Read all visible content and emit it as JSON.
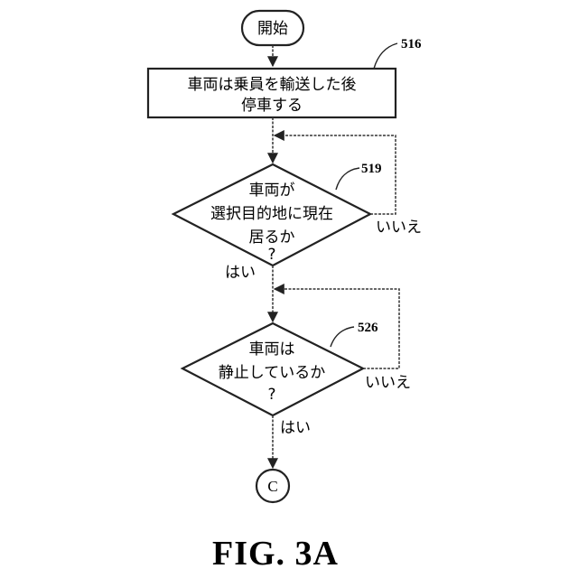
{
  "flowchart": {
    "start": {
      "label": "開始"
    },
    "step_516": {
      "ref": "516",
      "lines": [
        "車両は乗員を輸送した後",
        "停車する"
      ]
    },
    "decision_519": {
      "ref": "519",
      "lines": [
        "車両が",
        "選択目的地に現在",
        "居るか",
        "?"
      ],
      "yes_label": "はい",
      "no_label": "いいえ"
    },
    "decision_526": {
      "ref": "526",
      "lines": [
        "車両は",
        "静止しているか",
        "?"
      ],
      "yes_label": "はい",
      "no_label": "いいえ"
    },
    "connector": {
      "label": "C"
    }
  },
  "figure_label": "FIG. 3A"
}
